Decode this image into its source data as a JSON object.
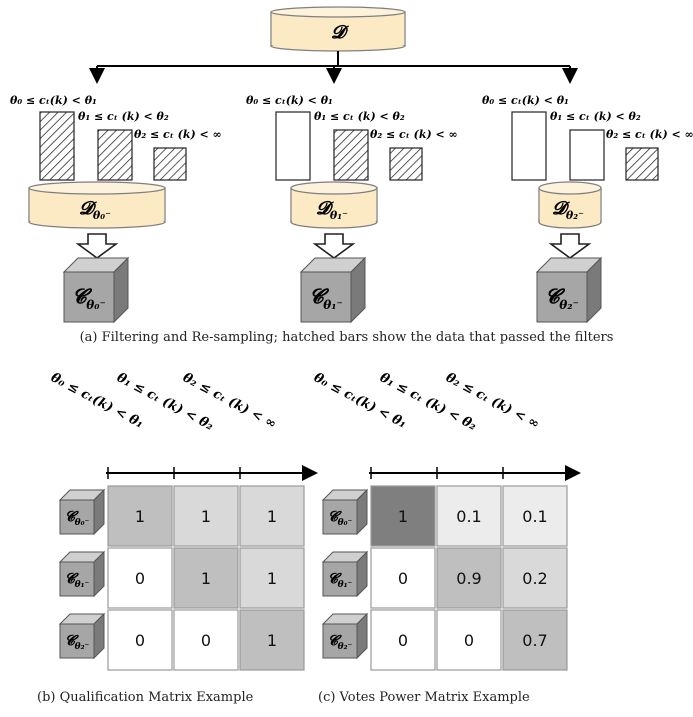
{
  "database_label": "𝓓",
  "panel_a": {
    "filter_labels": [
      "θ₀ ≤ cₜ(k) < θ₁",
      "θ₁ ≤ cₜ (k) < θ₂",
      "θ₂ ≤ cₜ (k) < ∞"
    ],
    "branches": [
      {
        "db_label": "𝓓",
        "db_sub": "θ₀⁻",
        "cube_label": "𝓒",
        "cube_sub": "θ₀⁻",
        "passed": [
          true,
          true,
          true
        ]
      },
      {
        "db_label": "𝓓",
        "db_sub": "θ₁⁻",
        "cube_label": "𝓒",
        "cube_sub": "θ₁⁻",
        "passed": [
          false,
          true,
          true
        ]
      },
      {
        "db_label": "𝓓",
        "db_sub": "θ₂⁻",
        "cube_label": "𝓒",
        "cube_sub": "θ₂⁻",
        "passed": [
          false,
          false,
          true
        ]
      }
    ],
    "caption": "(a)  Filtering and Re-sampling; hatched bars show the data that passed the filters"
  },
  "panel_b": {
    "column_labels": [
      "θ₀ ≤ cₜ(k) < θ₁",
      "θ₁ ≤ cₜ (k) < θ₂",
      "θ₂ ≤ cₜ (k) < ∞"
    ],
    "row_labels": [
      {
        "main": "𝓒",
        "sub": "θ₀⁻"
      },
      {
        "main": "𝓒",
        "sub": "θ₁⁻"
      },
      {
        "main": "𝓒",
        "sub": "θ₂⁻"
      }
    ],
    "values": [
      [
        "1",
        "1",
        "1"
      ],
      [
        "0",
        "1",
        "1"
      ],
      [
        "0",
        "0",
        "1"
      ]
    ],
    "caption": "(b)  Qualification Matrix Example"
  },
  "panel_c": {
    "column_labels": [
      "θ₀ ≤ cₜ(k) < θ₁",
      "θ₁ ≤ cₜ (k) < θ₂",
      "θ₂ ≤ cₜ (k) < ∞"
    ],
    "row_labels": [
      {
        "main": "𝓒",
        "sub": "θ₀⁻"
      },
      {
        "main": "𝓒",
        "sub": "θ₁⁻"
      },
      {
        "main": "𝓒",
        "sub": "θ₂⁻"
      }
    ],
    "values": [
      [
        "1",
        "0.1",
        "0.1"
      ],
      [
        "0",
        "0.9",
        "0.2"
      ],
      [
        "0",
        "0",
        "0.7"
      ]
    ],
    "caption": "(c)  Votes Power Matrix Example"
  },
  "colors": {
    "db_fill": "#fbeac4",
    "db_stroke": "#7f7f7f",
    "cube_front": "#a6a6a6",
    "cube_top": "#d0d0d0",
    "cube_side": "#7a7a7a",
    "cell_white": "#ffffff",
    "cell_light": "#d9d9d9",
    "cell_mid": "#bfbfbf",
    "cell_dark": "#7f7f7f",
    "cell_vlight": "#ececec"
  }
}
